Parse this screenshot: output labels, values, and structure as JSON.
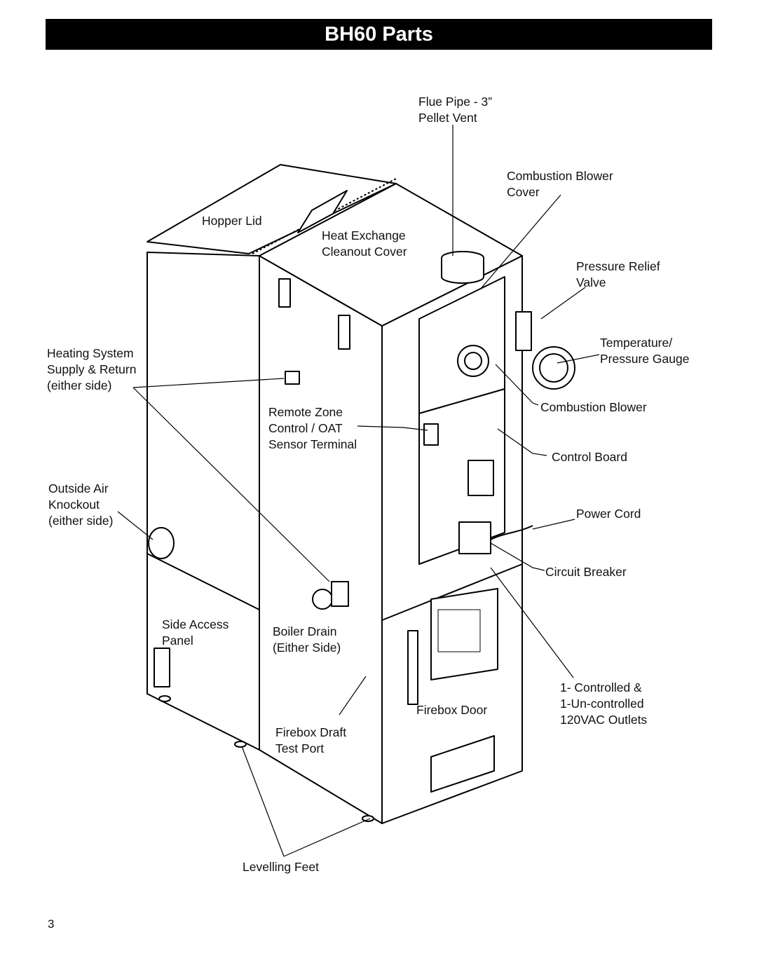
{
  "title": "BH60 Parts",
  "page_number": "3",
  "labels": {
    "flue_pipe": "Flue Pipe - 3”\nPellet Vent",
    "combustion_blower_cover": "Combustion Blower\nCover",
    "hopper_lid": "Hopper Lid",
    "heat_exchange_cleanout": "Heat Exchange\nCleanout Cover",
    "pressure_relief_valve": "Pressure Relief\nValve",
    "heating_system": "Heating System\nSupply & Return\n(either side)",
    "temperature_pressure_gauge": "Temperature/\nPressure Gauge",
    "remote_zone": "Remote Zone\nControl / OAT\nSensor Terminal",
    "combustion_blower": "Combustion Blower",
    "control_board": "Control Board",
    "outside_air_knockout": "Outside Air\nKnockout\n(either side)",
    "power_cord": "Power Cord",
    "circuit_breaker": "Circuit Breaker",
    "side_access_panel": "Side Access\nPanel",
    "boiler_drain": "Boiler Drain\n(Either Side)",
    "outlets": "1- Controlled &\n1-Un-controlled\n120VAC Outlets",
    "firebox_door": "Firebox Door",
    "firebox_draft": "Firebox Draft\nTest Port",
    "levelling_feet": "Levelling Feet"
  }
}
